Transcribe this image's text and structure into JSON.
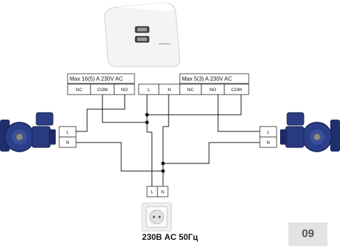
{
  "controller": {
    "relay1_header": "Max 16(5) A 230V AC",
    "relay2_header": "Max 5(3) A 230V AC",
    "terminals": [
      "NC",
      "COM",
      "NO",
      "L",
      "N",
      "NC",
      "NO",
      "COM"
    ]
  },
  "left_pump": {
    "terminals": [
      "L",
      "N"
    ]
  },
  "right_pump": {
    "terminals": [
      "L",
      "N"
    ]
  },
  "mains_terminals": [
    "L",
    "N"
  ],
  "supply_label": "230В AC 50Гц",
  "page_number": "09",
  "colors": {
    "wire": "#111111",
    "pump_body": "#2a3f8a",
    "badge_bg": "#e3e3e3"
  }
}
